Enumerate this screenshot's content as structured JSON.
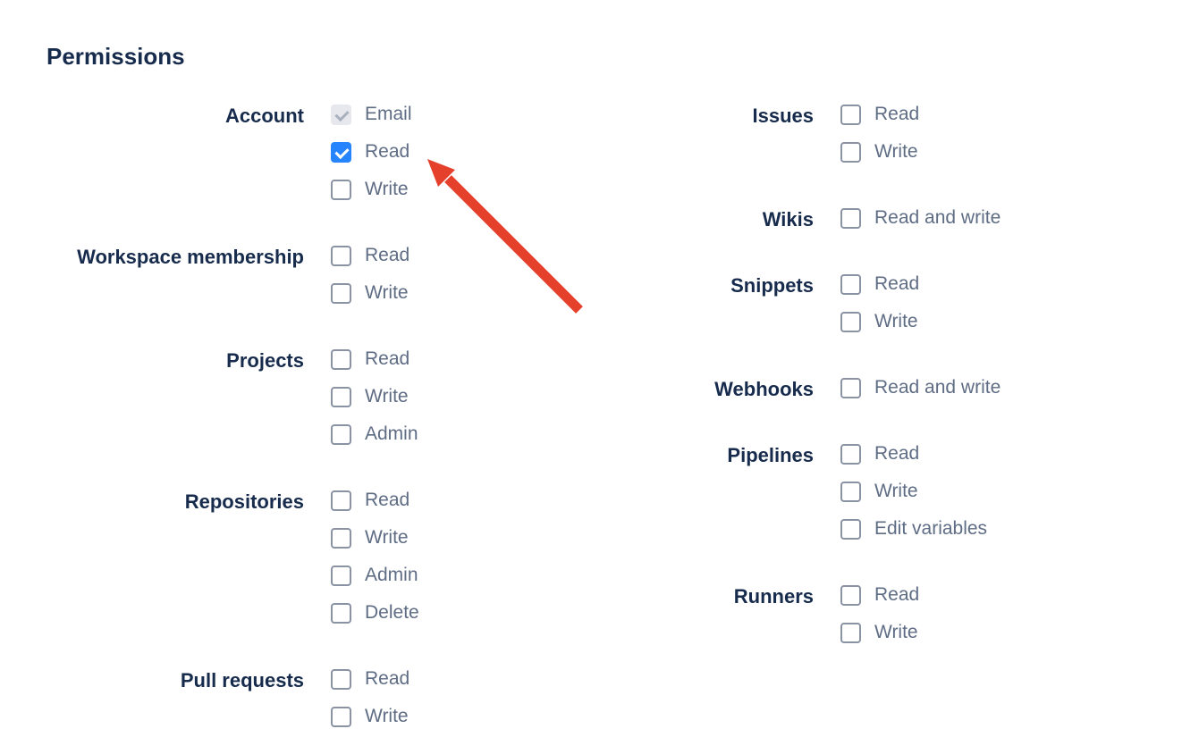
{
  "heading": "Permissions",
  "colors": {
    "heading_text": "#172b4d",
    "group_label_text": "#172b4d",
    "option_label_text": "#5e6c84",
    "checkbox_border": "#8993a4",
    "checkbox_checked_fill": "#2684ff",
    "checkbox_check": "#ffffff",
    "checkbox_disabled_fill": "#e6e8ed",
    "checkbox_disabled_check": "#a9b1bf",
    "arrow": "#e5402c"
  },
  "columns": {
    "left": [
      {
        "label": "Account",
        "options": [
          {
            "label": "Email",
            "state": "disabled-checked"
          },
          {
            "label": "Read",
            "state": "checked"
          },
          {
            "label": "Write",
            "state": "unchecked"
          }
        ]
      },
      {
        "label": "Workspace membership",
        "options": [
          {
            "label": "Read",
            "state": "unchecked"
          },
          {
            "label": "Write",
            "state": "unchecked"
          }
        ]
      },
      {
        "label": "Projects",
        "options": [
          {
            "label": "Read",
            "state": "unchecked"
          },
          {
            "label": "Write",
            "state": "unchecked"
          },
          {
            "label": "Admin",
            "state": "unchecked"
          }
        ]
      },
      {
        "label": "Repositories",
        "options": [
          {
            "label": "Read",
            "state": "unchecked"
          },
          {
            "label": "Write",
            "state": "unchecked"
          },
          {
            "label": "Admin",
            "state": "unchecked"
          },
          {
            "label": "Delete",
            "state": "unchecked"
          }
        ]
      },
      {
        "label": "Pull requests",
        "options": [
          {
            "label": "Read",
            "state": "unchecked"
          },
          {
            "label": "Write",
            "state": "unchecked"
          }
        ]
      }
    ],
    "right": [
      {
        "label": "Issues",
        "options": [
          {
            "label": "Read",
            "state": "unchecked"
          },
          {
            "label": "Write",
            "state": "unchecked"
          }
        ]
      },
      {
        "label": "Wikis",
        "options": [
          {
            "label": "Read and write",
            "state": "unchecked"
          }
        ]
      },
      {
        "label": "Snippets",
        "options": [
          {
            "label": "Read",
            "state": "unchecked"
          },
          {
            "label": "Write",
            "state": "unchecked"
          }
        ]
      },
      {
        "label": "Webhooks",
        "options": [
          {
            "label": "Read and write",
            "state": "unchecked"
          }
        ]
      },
      {
        "label": "Pipelines",
        "options": [
          {
            "label": "Read",
            "state": "unchecked"
          },
          {
            "label": "Write",
            "state": "unchecked"
          },
          {
            "label": "Edit variables",
            "state": "unchecked"
          }
        ]
      },
      {
        "label": "Runners",
        "options": [
          {
            "label": "Read",
            "state": "unchecked"
          },
          {
            "label": "Write",
            "state": "unchecked"
          }
        ]
      }
    ]
  }
}
